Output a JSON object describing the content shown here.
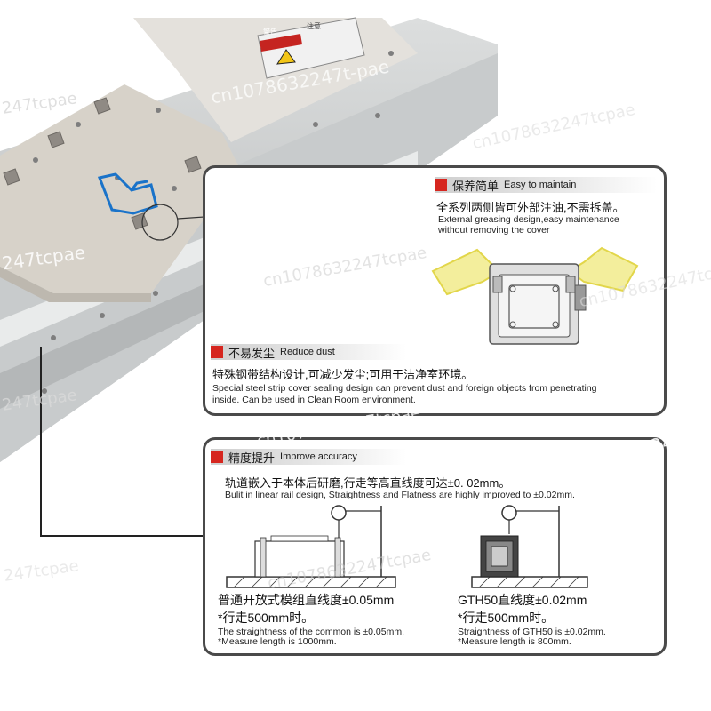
{
  "photo": {
    "warning_label_line1": "警告",
    "warning_label_line2": "注意"
  },
  "maintain": {
    "cn": "保养简单",
    "en": "Easy to maintain",
    "line_cn": "全系列两侧皆可外部注油,不需拆盖。",
    "line_en1": "External greasing design,easy maintenance",
    "line_en2": "without removing the cover"
  },
  "dust": {
    "cn": "不易发尘",
    "en": "Reduce dust",
    "line_cn": "特殊钢带结构设计,可减少发尘;可用于洁净室环境。",
    "line_en1": "Special steel strip cover sealing design can prevent dust and foreign objects from penetrating",
    "line_en2": "inside. Can be used in Clean Room environment."
  },
  "accuracy": {
    "cn": "精度提升",
    "en": "Improve accuracy",
    "line_cn": "轨道嵌入于本体后研磨,行走等高直线度可达±0. 02mm。",
    "line_en": "Bulit in linear rail design, Straightness and Flatness are highly improved to ±0.02mm.",
    "left": {
      "title": "普通开放式模组直线度±0.05mm",
      "walk": "*行走500mm时。",
      "note1": "The straightness of the common is ±0.05mm.",
      "note2": "*Measure length is 1000mm."
    },
    "right": {
      "title": "GTH50直线度±0.02mm",
      "walk": "*行走500mm时。",
      "note1": "Straightness of  GTH50  is ±0.02mm.",
      "note2": "*Measure length is 800mm."
    }
  },
  "watermarks": [
    "cn1078632247t-pae",
    "247tcpae",
    "cn1078632247tcpae",
    "247tcpae",
    "cn1078632247tcpae",
    "cn1078632247tcpae",
    "247tcpae",
    "cn1078632247tcpae",
    "cn1078632247tcpae",
    "cn1078632247tcpae"
  ],
  "colors": {
    "accent_red": "#d6261f",
    "grease_blue": "#1a73c9",
    "highlight_yellow": "#f2e94a"
  }
}
